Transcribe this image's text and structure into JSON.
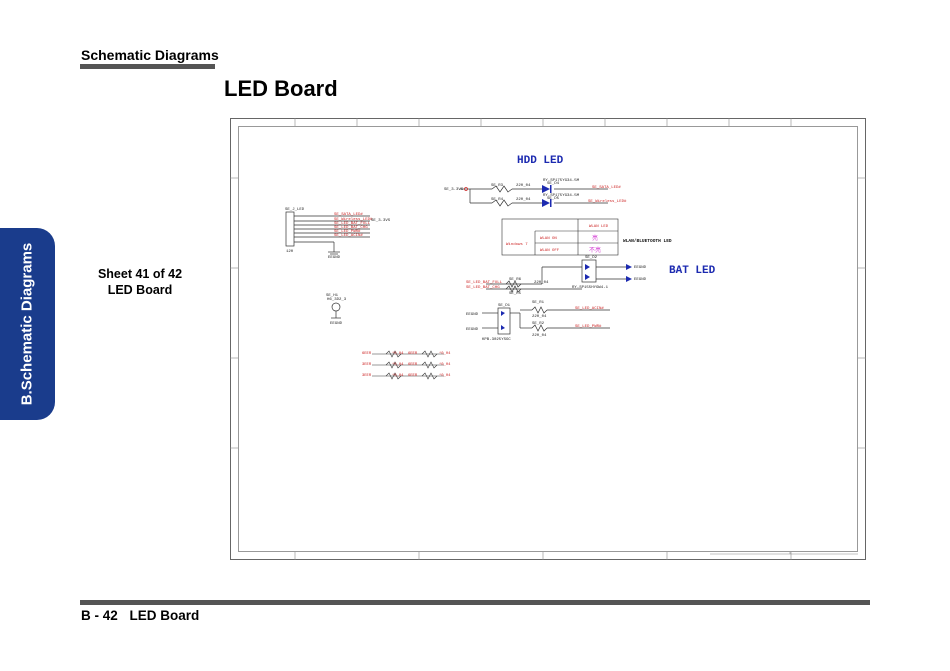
{
  "header": {
    "section_title": "Schematic  Diagrams",
    "page_title": "LED Board"
  },
  "side_tab": {
    "label": "B.Schematic Diagrams"
  },
  "sheet_info": {
    "line1": "Sheet 41 of 42",
    "line2": "LED Board"
  },
  "schematic": {
    "hdd_led_label": "HDD LED",
    "bat_led_label": "BAT LED",
    "power_net": "SE_3.3VS",
    "r1": "SE_R3",
    "r1_val": "220_04",
    "r2": "SE_R4",
    "r2_val": "220_04",
    "d1": "SE_D4",
    "d1_part": "RY-SP175YG34-5M",
    "d2": "SE_D5",
    "d2_part": "RY-SP175YG34-5M",
    "net_sata": "SE_SATA_LED#",
    "net_wlan": "SE_Wireless_LED#",
    "connector": "SE_J_LED",
    "connector_nets": [
      "SE_SATA_LED#",
      "SE_Wireless_LED#",
      "SE_LED_BAT_FULL",
      "SE_LED_BAT_CHG",
      "SE_LED_PWR#",
      "SE_LED_ACIN#"
    ],
    "connector_pwr": "SE_3.3VS",
    "connector_part": "120",
    "gnd": "EEGND",
    "wlan_table": {
      "header": "WLAN LED",
      "os": "Windows 7",
      "rows": [
        {
          "state": "WLAN ON",
          "value": "亮"
        },
        {
          "state": "WLAN OFF",
          "value": "不亮"
        }
      ],
      "note": "WLAN/BLUETOOTH LED"
    },
    "d3": "SE_D2",
    "d3_part": "RY-SP155HYGW4-1",
    "r_bat1": "SE_R6",
    "r_bat2": "SE_R5",
    "r_bat_val": "220_04",
    "net_bat_full": "SE_LED_BAT_FULL",
    "net_bat_chg": "SE_LED_BAT_CHG",
    "h1": "SE_H1",
    "h1_part": "H6_3D2_3",
    "d4": "SE_D1",
    "d4_part": "KPB-3025YSGC",
    "r_pwr1": "SE_R1",
    "r_pwr2": "SE_R2",
    "r_pwr_val": "220_04",
    "net_acin": "SE_LED_ACIN#",
    "net_pwr": "SE_LED_PWR#",
    "cap_rows": [
      {
        "a": "6EER",
        "b": "*0_04",
        "c": "6EER",
        "d": "*0_04"
      },
      {
        "a": "3EER",
        "b": "*0_04",
        "c": "6EER",
        "d": "*0_04"
      },
      {
        "a": "3EER",
        "b": "*0_04",
        "c": "6EER",
        "d": "*0_04"
      }
    ]
  },
  "footer": {
    "page_number": "B - 42",
    "page_name": "LED Board"
  },
  "colors": {
    "tab": "#1a3c8c",
    "bar": "#555555",
    "net_red": "#cc2222",
    "label_blue": "#1c2ab0"
  }
}
